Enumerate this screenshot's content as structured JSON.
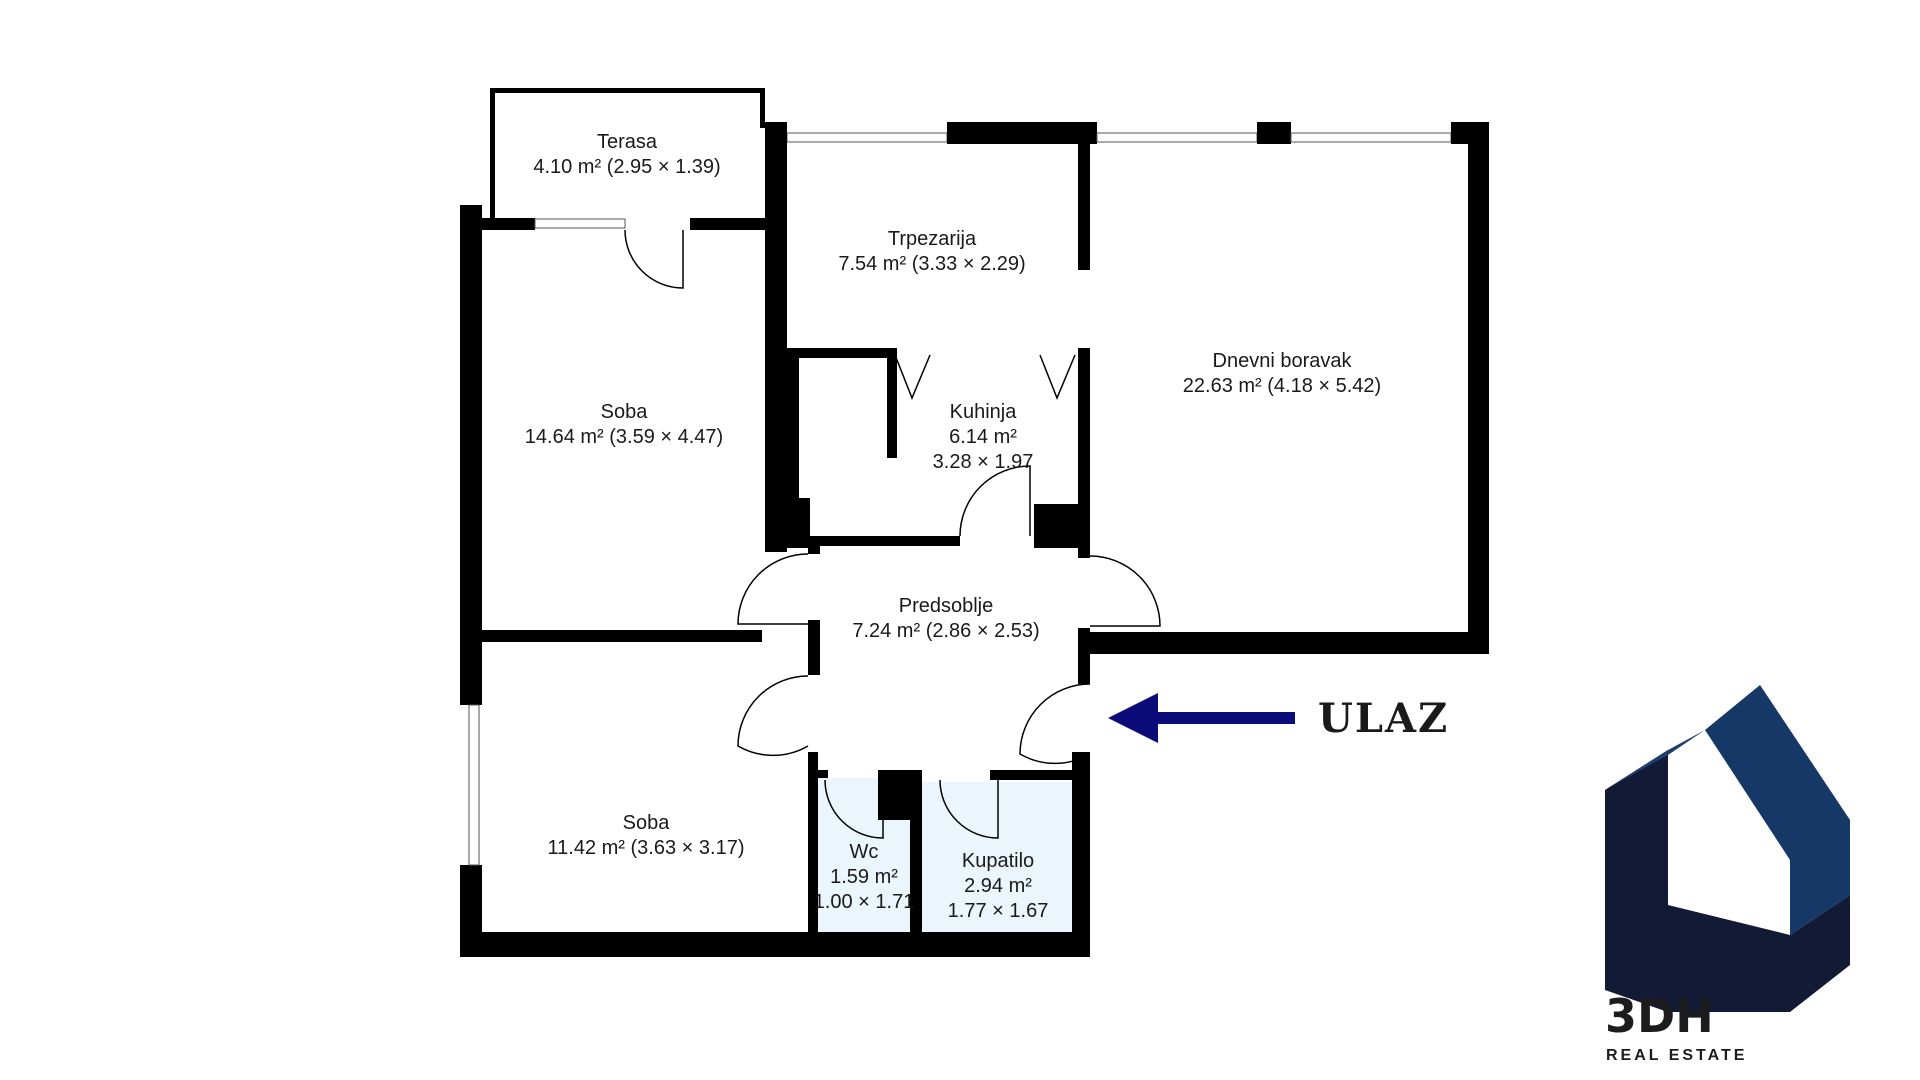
{
  "rooms": {
    "terasa": {
      "name": "Terasa",
      "area": "4.10 m² (2.95 × 1.39)"
    },
    "trpezarija": {
      "name": "Trpezarija",
      "area": "7.54 m² (3.33 × 2.29)"
    },
    "dnevni": {
      "name": "Dnevni boravak",
      "area": "22.63 m² (4.18 × 5.42)"
    },
    "soba1": {
      "name": "Soba",
      "area": "14.64 m² (3.59 × 4.47)"
    },
    "kuhinja": {
      "name": "Kuhinja",
      "area": "6.14 m²",
      "dims": "3.28 × 1.97"
    },
    "predsoblje": {
      "name": "Predsoblje",
      "area": "7.24 m² (2.86 × 2.53)"
    },
    "soba2": {
      "name": "Soba",
      "area": "11.42 m² (3.63 × 3.17)"
    },
    "wc": {
      "name": "Wc",
      "area": "1.59 m²",
      "dims": "1.00 × 1.71"
    },
    "kupatilo": {
      "name": "Kupatilo",
      "area": "2.94 m²",
      "dims": "1.77 × 1.67"
    }
  },
  "entrance": {
    "label": "ULAZ"
  },
  "logo": {
    "main": "3DH",
    "sub": "REAL ESTATE"
  },
  "colors": {
    "wall": "#000000",
    "arrow": "#0b0b7a",
    "wet_floor": "#eaf6fb",
    "logo_blue": "#163866",
    "logo_navy": "#121a36"
  }
}
